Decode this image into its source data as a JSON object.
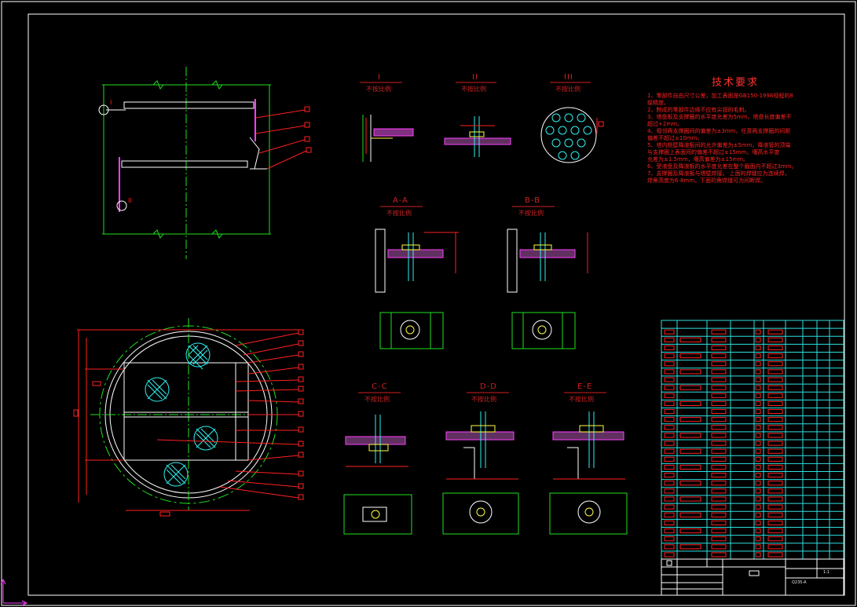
{
  "drawing": {
    "background": "#000000",
    "colors": {
      "frame": "#ffffff",
      "red": "#ff2020",
      "green": "#20e020",
      "yellow": "#ffff40",
      "cyan": "#30f0f0",
      "magenta": "#ff40ff",
      "table": "#30e0e0"
    }
  },
  "views": {
    "detail_I": {
      "title": "I",
      "note": "不按比例"
    },
    "detail_II": {
      "title": "II",
      "note": "不按比例"
    },
    "detail_III": {
      "title": "III",
      "note": "不按比例"
    },
    "section_AA": {
      "title": "A-A",
      "note": "不按比例"
    },
    "section_BB": {
      "title": "B-B",
      "note": "不按比例"
    },
    "section_CC": {
      "title": "C-C",
      "note": "不按比例"
    },
    "section_DD": {
      "title": "D-D",
      "note": "不按比例"
    },
    "section_EE": {
      "title": "E-E",
      "note": "不按比例"
    }
  },
  "requirements": {
    "title": "技术要求",
    "lines": [
      "1、零部件自由尺寸公差，加工表面按GB150-1998规程的8",
      "   级精度。",
      "2、制成的零部件边缘不应有尖锐的毛刺。",
      "3、塔盘板及支撑圈的水平度允差为5mm，塔盘长度偏差不",
      "   超过+2mm。",
      "4、相邻两支撑圈间的偏差为±3mm，任意两支撑圈的间距",
      "   偏差不超过±10mm。",
      "5、塔内侧壁降液板间的允许偏差为±5mm，降液管的顶端",
      "   与支撑圈上表面间的偏差不超过±15mm，堰高水平度",
      "   允差为±1.5mm，堰高偏差为±15mm。",
      "6、受液盘及降液板的水平度允差在整个截面内不超过3mm。",
      "7、支撑圈及降液板与塔壁焊接。  上面的焊缝应为连续焊，",
      "   焊角高度为6-8mm。下面的角焊缝可为间断焊。"
    ]
  },
  "title_block": {
    "scale": "1:1",
    "material": "Q235-A"
  },
  "ucs_icon": "ucs-axis-icon"
}
